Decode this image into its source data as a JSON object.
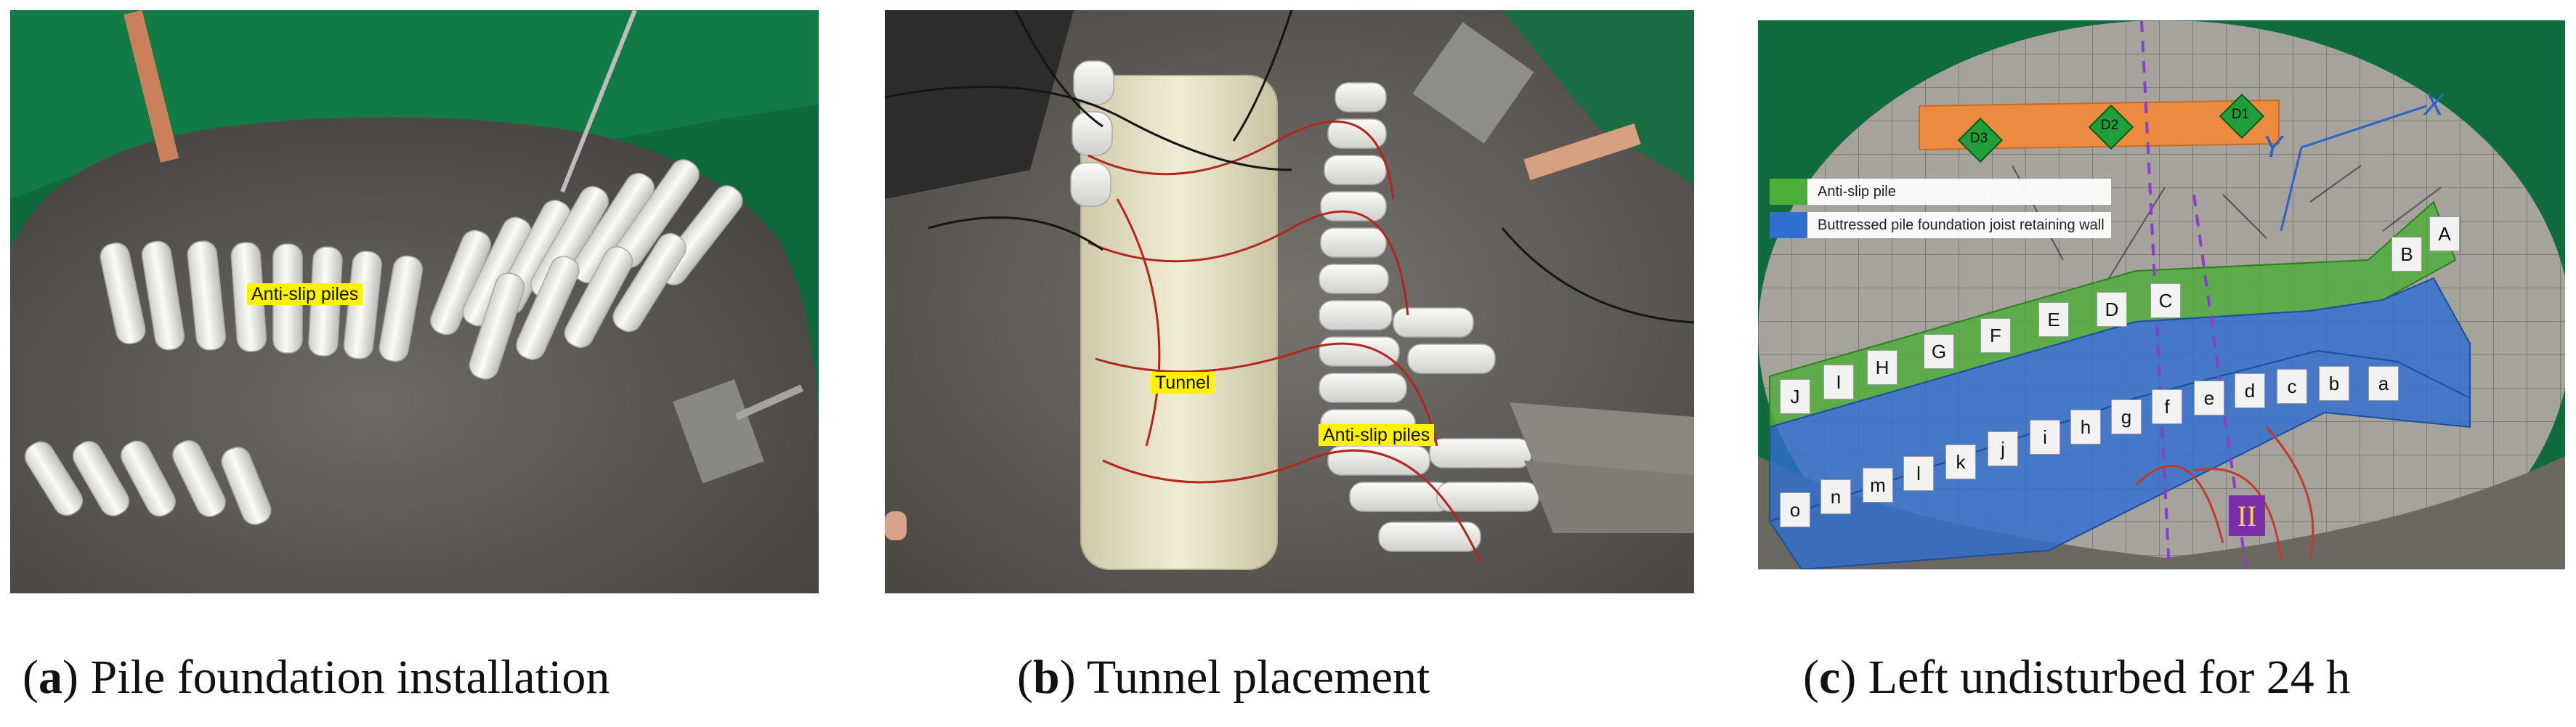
{
  "panel_a": {
    "label_text": "Anti-slip piles",
    "caption_letter": "a",
    "caption_text": "Pile foundation installation"
  },
  "panel_b": {
    "tunnel_label": "Tunnel",
    "piles_label": "Anti-slip piles",
    "caption_letter": "b",
    "caption_text": "Tunnel placement"
  },
  "panel_c": {
    "legend": [
      {
        "label": "Anti-slip pile",
        "color": "#4caf3a"
      },
      {
        "label": "Buttressed pile foundation joist retaining wall",
        "color": "#2f6fd0"
      }
    ],
    "top_points": [
      "D3",
      "D2",
      "D1"
    ],
    "pile_labels": [
      "J",
      "I",
      "H",
      "G",
      "F",
      "E",
      "D",
      "C",
      "B",
      "A"
    ],
    "wall_labels": [
      "o",
      "n",
      "m",
      "l",
      "k",
      "j",
      "i",
      "h",
      "g",
      "f",
      "e",
      "d",
      "c",
      "b",
      "a"
    ],
    "axis_x": "X",
    "axis_y": "Y",
    "section_label": "II",
    "caption_letter": "c",
    "caption_text": "Left undisturbed for 24 h"
  },
  "colors": {
    "tarp": "#0f6b3c",
    "soil": "#5c5955",
    "pile": "#eeeeea",
    "tunnel": "#e8e3c9",
    "orange_zone": "#f08a3c",
    "green_zone": "#4caf3a",
    "blue_zone": "#2f6fd0",
    "dashed_line": "#8a3fc9",
    "highlight": "#fff200"
  }
}
